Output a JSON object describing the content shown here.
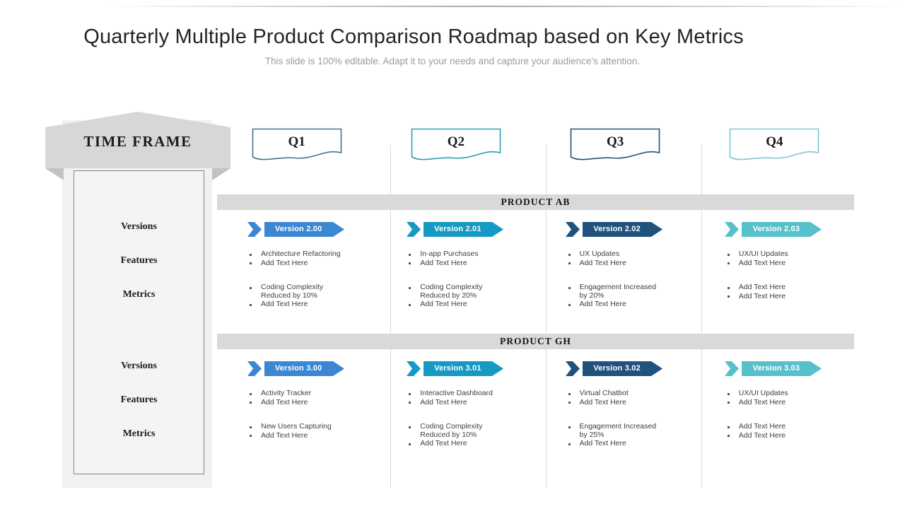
{
  "slide": {
    "title": "Quarterly Multiple Product Comparison Roadmap based on Key Metrics",
    "subtitle": "This slide is 100% editable. Adapt it to your needs and capture your audience's attention."
  },
  "timeframe": {
    "title": "TIME FRAME",
    "groups": [
      {
        "labels": [
          "Versions",
          "Features",
          "Metrics"
        ]
      },
      {
        "labels": [
          "Versions",
          "Features",
          "Metrics"
        ]
      }
    ]
  },
  "quarters": [
    {
      "label": "Q1",
      "accent": "#41758a"
    },
    {
      "label": "Q2",
      "accent": "#2d9db4"
    },
    {
      "label": "Q3",
      "accent": "#24527e"
    },
    {
      "label": "Q4",
      "accent": "#7fc7cf"
    }
  ],
  "products": [
    {
      "name": "PRODUCT AB",
      "cells": [
        {
          "version": "Version 2.00",
          "color": "#3b87d3",
          "features": [
            "Architecture Refactoring",
            "Add Text Here"
          ],
          "metrics": [
            "Coding Complexity Reduced by 10%",
            "Add Text Here"
          ]
        },
        {
          "version": "Version 2.01",
          "color": "#1699c2",
          "features": [
            "In-app Purchases",
            "Add Text Here"
          ],
          "metrics": [
            "Coding Complexity Reduced by 20%",
            "Add Text Here"
          ]
        },
        {
          "version": "Version 2.02",
          "color": "#20527d",
          "features": [
            "UX Updates",
            "Add Text Here"
          ],
          "metrics": [
            "Engagement Increased by 20%",
            "Add Text Here"
          ]
        },
        {
          "version": "Version 2.03",
          "color": "#57c1cb",
          "features": [
            "UX/UI Updates",
            "Add Text Here"
          ],
          "metrics": [
            "Add Text Here",
            "Add Text Here"
          ]
        }
      ]
    },
    {
      "name": "PRODUCT GH",
      "cells": [
        {
          "version": "Version 3.00",
          "color": "#3b87d3",
          "features": [
            "Activity Tracker",
            "Add Text Here"
          ],
          "metrics": [
            "New Users Capturing",
            "Add Text Here"
          ]
        },
        {
          "version": "Version 3.01",
          "color": "#1699c2",
          "features": [
            "Interactive Dashboard",
            "Add Text Here"
          ],
          "metrics": [
            "Coding Complexity Reduced by 10%",
            "Add Text Here"
          ]
        },
        {
          "version": "Version 3.02",
          "color": "#20527d",
          "features": [
            "Virtual Chatbot",
            "Add Text Here"
          ],
          "metrics": [
            "Engagement Increased by 25%",
            "Add Text Here"
          ]
        },
        {
          "version": "Version 3.03",
          "color": "#57c1cb",
          "features": [
            "UX/UI Updates",
            "Add Text Here"
          ],
          "metrics": [
            "Add Text Here",
            "Add Text Here"
          ]
        }
      ]
    }
  ]
}
